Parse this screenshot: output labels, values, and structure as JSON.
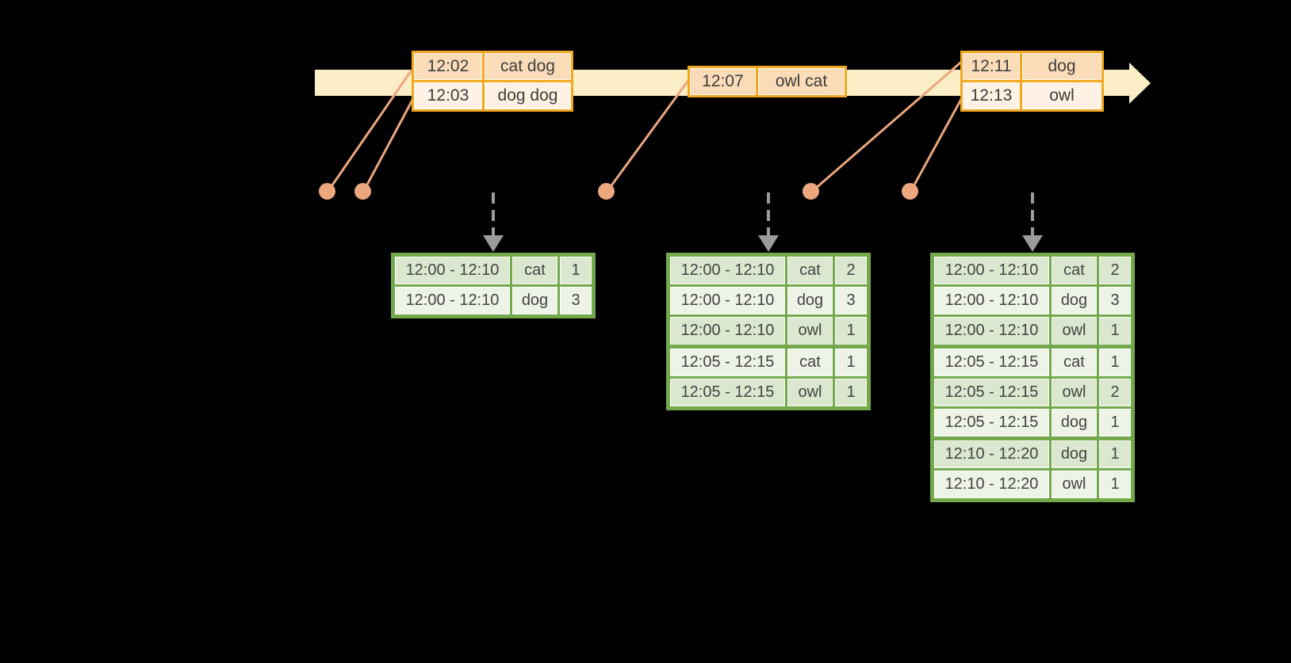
{
  "colors": {
    "background": "#000000",
    "timeline_band": "#fbeec6",
    "event_table_border": "#f2a71e",
    "event_row_dark": "#fbdcb8",
    "event_row_light": "#fdf2e3",
    "connector_and_dots": "#eca77d",
    "trigger_arrow": "#9b9b9b",
    "result_table_border": "#73a94b",
    "result_row_dark": "#dbe7ce",
    "result_row_light": "#eef3e8",
    "text": "#3d3d3d"
  },
  "timeline": {
    "event_tables": [
      {
        "rows": [
          {
            "time": "12:02",
            "words": "cat dog"
          },
          {
            "time": "12:03",
            "words": "dog dog"
          }
        ]
      },
      {
        "rows": [
          {
            "time": "12:07",
            "words": "owl cat"
          }
        ]
      },
      {
        "rows": [
          {
            "time": "12:11",
            "words": "dog"
          },
          {
            "time": "12:13",
            "words": "owl"
          }
        ]
      }
    ]
  },
  "result_tables": [
    {
      "rows": [
        [
          "12:00 - 12:10",
          "cat",
          "1"
        ],
        [
          "12:00 - 12:10",
          "dog",
          "3"
        ]
      ],
      "group_breaks": []
    },
    {
      "rows": [
        [
          "12:00 - 12:10",
          "cat",
          "2"
        ],
        [
          "12:00 - 12:10",
          "dog",
          "3"
        ],
        [
          "12:00 - 12:10",
          "owl",
          "1"
        ],
        [
          "12:05 - 12:15",
          "cat",
          "1"
        ],
        [
          "12:05 - 12:15",
          "owl",
          "1"
        ]
      ],
      "group_breaks": [
        3
      ]
    },
    {
      "rows": [
        [
          "12:00 - 12:10",
          "cat",
          "2"
        ],
        [
          "12:00 - 12:10",
          "dog",
          "3"
        ],
        [
          "12:00 - 12:10",
          "owl",
          "1"
        ],
        [
          "12:05 - 12:15",
          "cat",
          "1"
        ],
        [
          "12:05 - 12:15",
          "owl",
          "2"
        ],
        [
          "12:05 - 12:15",
          "dog",
          "1"
        ],
        [
          "12:10 - 12:20",
          "dog",
          "1"
        ],
        [
          "12:10 - 12:20",
          "owl",
          "1"
        ]
      ],
      "group_breaks": [
        3,
        6
      ]
    }
  ]
}
